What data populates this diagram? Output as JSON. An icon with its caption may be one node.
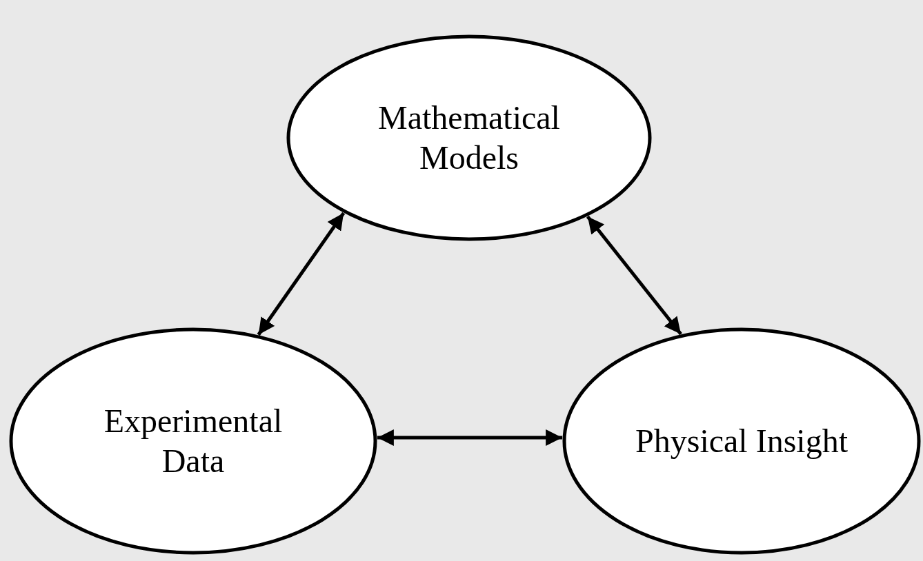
{
  "diagram": {
    "nodes": [
      {
        "text": [
          "Mathematical Models"
        ]
      },
      {
        "text": [
          "Experimental Data"
        ]
      },
      {
        "text": [
          "Physical Insight"
        ]
      }
    ],
    "edges": [
      {
        "from": 0,
        "to": 1,
        "arrow": "both"
      },
      {
        "from": 0,
        "to": 2,
        "arrow": "both"
      },
      {
        "from": 1,
        "to": 2,
        "arrow": "both"
      }
    ]
  }
}
